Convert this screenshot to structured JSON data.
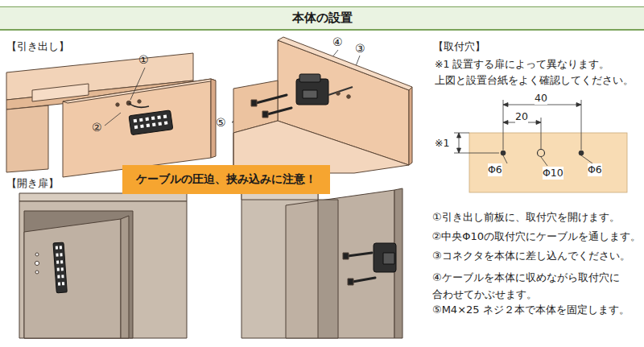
{
  "diagram": {
    "nodes": [
      {
        "text": [
          "本体の設置"
        ]
      },
      {
        "text": [
          "ケーブルの圧迫、挟み込みに注意！"
        ]
      }
    ],
    "labels": [
      "【引き出し】",
      "①",
      "②",
      "④",
      "③",
      "⑤",
      "【取付穴】",
      "※1 設置する扉によって異なります。",
      "上図と設置台紙をよく確認してください。",
      "40",
      "20",
      "※1",
      "Φ6",
      "Φ10",
      "Φ6",
      "【開き扉】",
      "①引き出し前板に、取付穴を開けます。",
      "②中央Φ10の取付穴にケーブルを通します。",
      "③コネクタを本体に差し込んでください。",
      "④ケーブルを本体に収めながら取付穴に 合わせてかぶせます。",
      "⑤M4×25 ネジ２本で本体を固定します。"
    ]
  }
}
